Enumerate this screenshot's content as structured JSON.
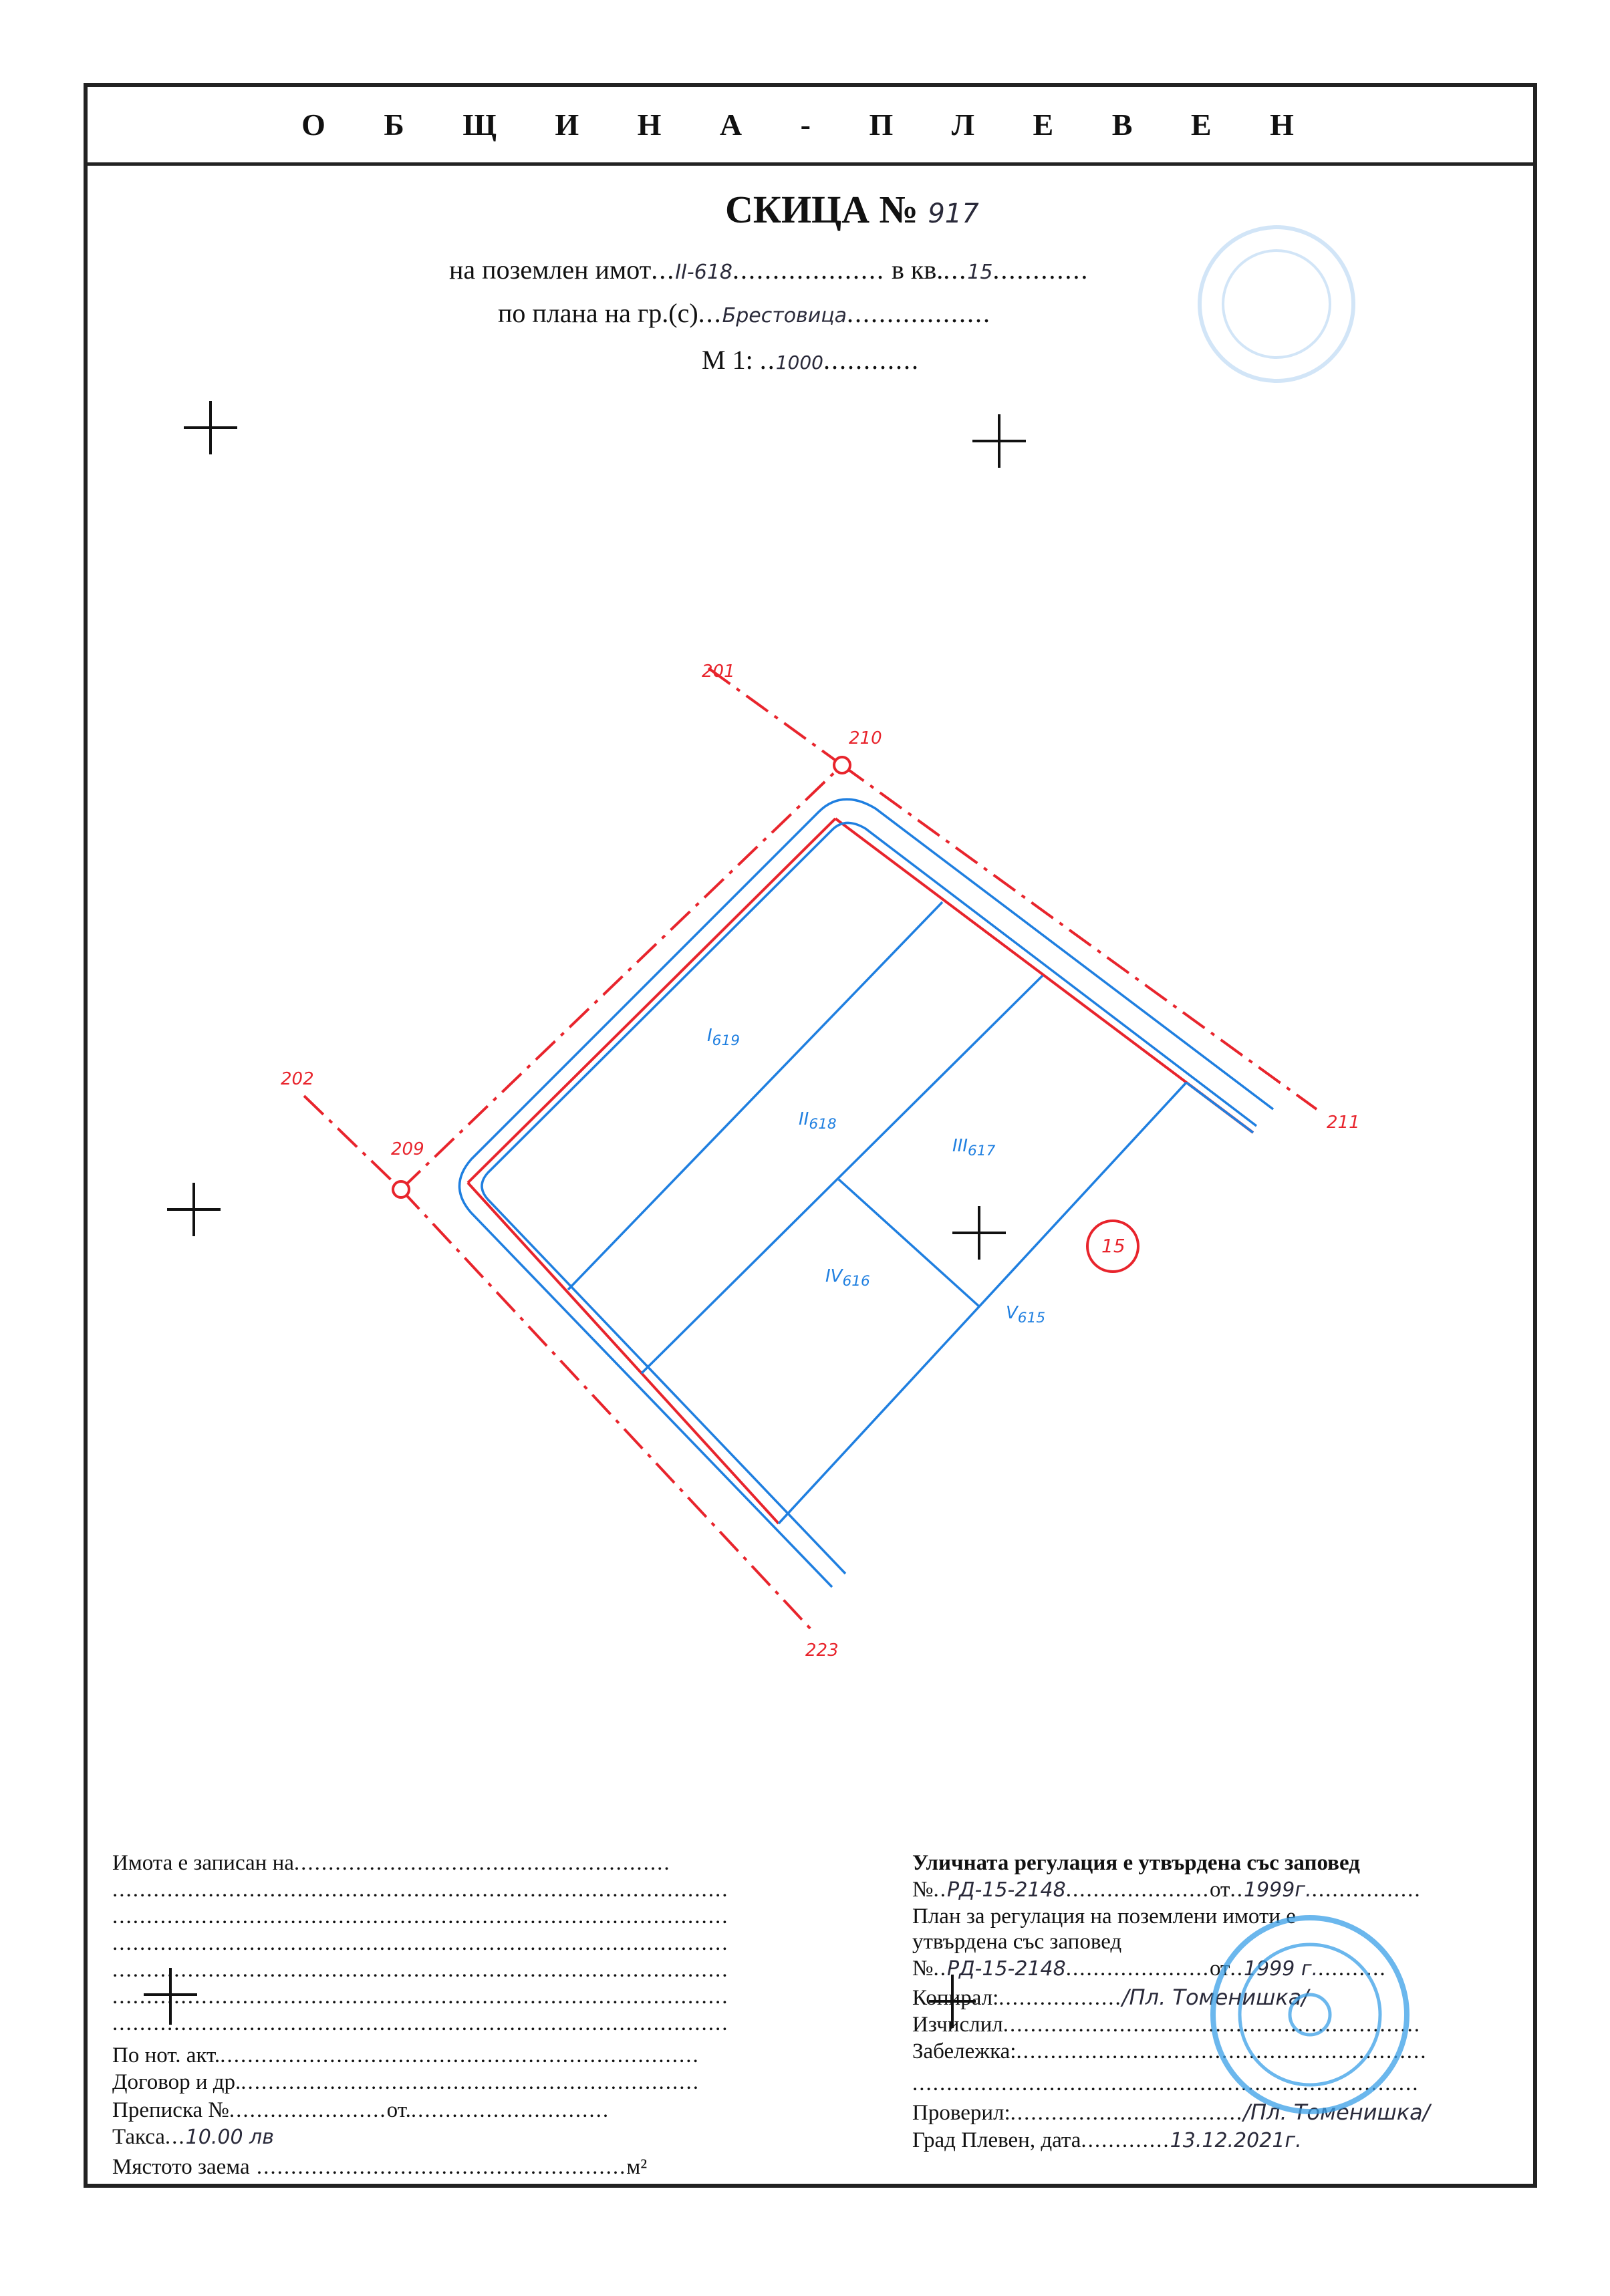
{
  "header": {
    "municipality": "О Б Щ И Н А - П Л Е В Е Н"
  },
  "sketch": {
    "title_label": "СКИЦА №",
    "number": "917",
    "property_label": "на поземлен имот",
    "property_value": "II-618",
    "block_label": "в кв.",
    "block_value": "15",
    "plan_label": "по плана на гр.(с)",
    "plan_value": "Брестовица",
    "scale_label": "М 1:",
    "scale_value": "1000"
  },
  "map": {
    "points": [
      "201",
      "210",
      "202",
      "209",
      "211",
      "223"
    ],
    "parcels": [
      {
        "roman": "I",
        "num": "619"
      },
      {
        "roman": "II",
        "num": "618"
      },
      {
        "roman": "III",
        "num": "617"
      },
      {
        "roman": "IV",
        "num": "616"
      },
      {
        "roman": "V",
        "num": "615"
      }
    ],
    "block_circle": "15",
    "colors": {
      "regulation": "#e8242c",
      "parcels": "#1f7fe0",
      "stamp": "#3aa0e8"
    }
  },
  "left_block": {
    "registered_label": "Имота е записан на",
    "notary_label": "По нот. акт.",
    "contract_label": "Договор и др.",
    "transcript_label": "Преписка №",
    "transcript_from": "от.",
    "fee_label": "Такса",
    "fee_value": "10.00 лв",
    "area_label": "Мястото заема",
    "area_unit": "м²"
  },
  "right_block": {
    "street_reg_label": "Уличната регулация е утвърдена със заповед",
    "no_label": "№",
    "street_order_no": "РД-15-2148",
    "from_label": "от",
    "street_order_date": "1999г.",
    "plan_reg_label": "План за регулация на поземлени имоти е",
    "plan_reg_label2": "утвърдена със заповед",
    "plan_order_no": "РД-15-2148",
    "plan_order_date": "1999 г.",
    "copied_label": "Копирал:",
    "copied_value": "/Пл. Томенишка/",
    "calculated_label": "Изчислил",
    "note_label": "Забележка:",
    "checked_label": "Проверил:",
    "checked_value": "/Пл. Томенишка/",
    "city_date_label": "Град Плевен, дата",
    "date_value": "13.12.2021г."
  }
}
